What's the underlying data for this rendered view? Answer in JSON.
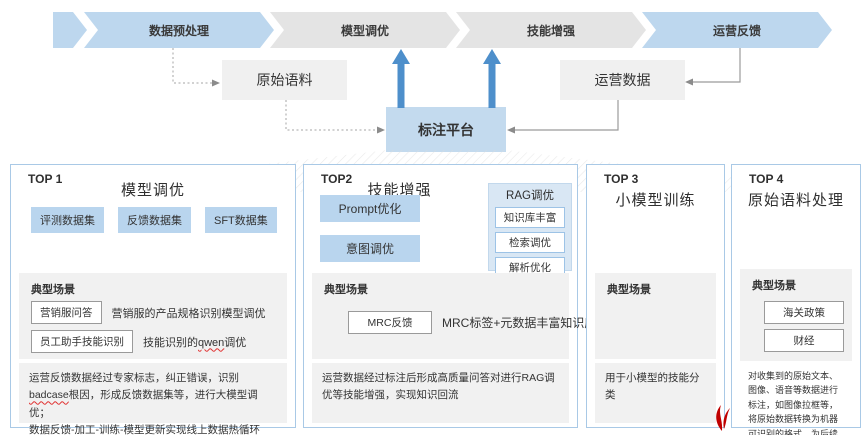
{
  "colors": {
    "accent_blue": "#bdd7ee",
    "chevron_gray": "#e4e4e4",
    "arrow_blue": "#4e8fcb",
    "panel_border": "#a9c9e6",
    "section_gray": "#f1f1f1",
    "spellcheck_red": "#e03030",
    "mark_red": "#c00000"
  },
  "flow": {
    "stages": [
      {
        "label": "数据预处理",
        "variant": "blue"
      },
      {
        "label": "模型调优",
        "variant": "gray"
      },
      {
        "label": "技能增强",
        "variant": "gray"
      },
      {
        "label": "运营反馈",
        "variant": "blue"
      }
    ],
    "raw_corpus": "原始语料",
    "ops_data": "运营数据",
    "platform": "标注平台"
  },
  "panels": [
    {
      "rank": "TOP 1",
      "title": "模型调优",
      "chips": [
        "评测数据集",
        "反馈数据集",
        "SFT数据集"
      ],
      "scenario_label": "典型场景",
      "scenarios": [
        {
          "chip": "营销服问答",
          "text": "营销服的产品规格识别模型调优"
        },
        {
          "chip": "员工助手技能识别",
          "pre": "技能识别的",
          "word": "qwen",
          "post": "调优"
        }
      ],
      "note": {
        "p1_pre": "运营反馈数据经过专家标志，纠正错误，识别",
        "p1_word": "badcase",
        "p1_post": "根因，形成反馈数据集等，进行大模型调优；",
        "p2": "数据反馈-加工-训练-模型更新实现线上数据热循环"
      }
    },
    {
      "rank": "TOP2",
      "title": "技能增强",
      "chips": [
        "Prompt优化",
        "意图调优"
      ],
      "rag": {
        "header": "RAG调优",
        "items": [
          "知识库丰富",
          "检索调优",
          "解析优化"
        ]
      },
      "scenario_label": "典型场景",
      "scenario_chip": "MRC反馈",
      "scenario_text": "MRC标签+元数据丰富知识库",
      "note": "运营数据经过标注后形成高质量问答对进行RAG调优等技能增强，实现知识回流"
    },
    {
      "rank": "TOP 3",
      "title": "小模型训练",
      "scenario_label": "典型场景",
      "note": "用于小模型的技能分类"
    },
    {
      "rank": "TOP 4",
      "title": "原始语料处理",
      "scenario_label": "典型场景",
      "chips": [
        "海关政策",
        "财经"
      ],
      "note": "对收集到的原始文本、图像、语音等数据进行标注，如图像拉框等，将原始数据转换为机器可识别的格式，为后续模型训练提供基础"
    }
  ]
}
